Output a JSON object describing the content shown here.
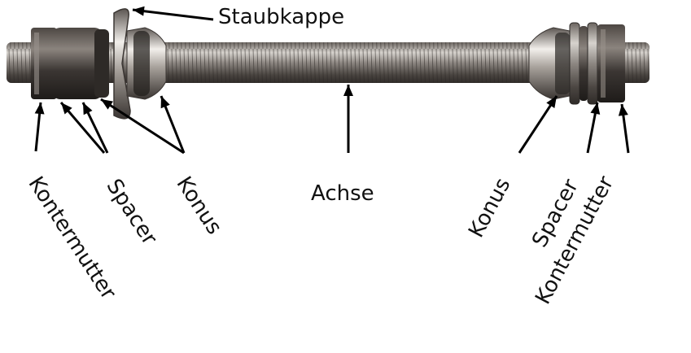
{
  "labels": {
    "staubkappe": "Staubkappe",
    "achse": "Achse",
    "left_kontermutter": "Kontermutter",
    "left_spacer": "Spacer",
    "left_konus": "Konus",
    "right_konus": "Konus",
    "right_spacer": "Spacer",
    "right_kontermutter": "Kontermutter"
  },
  "colors": {
    "background": "#ffffff",
    "text": "#111111",
    "arrow": "#000000",
    "steel_dark": "#3d3a37",
    "steel_mid": "#8a8580",
    "steel_light": "#d9d6d2",
    "nut_dark": "#2b2826"
  }
}
